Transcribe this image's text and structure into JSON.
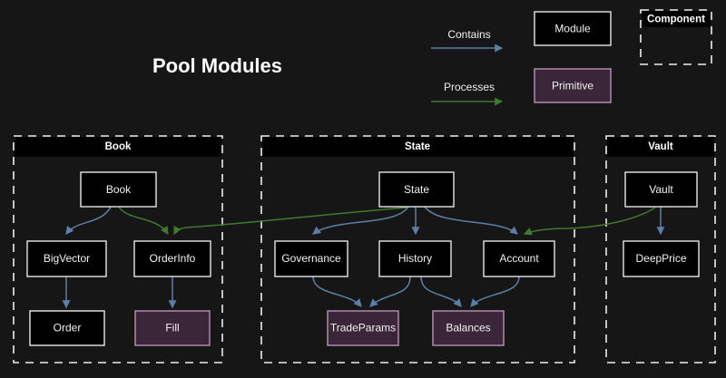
{
  "title": "Pool Modules",
  "background_color": "#161616",
  "colors": {
    "module_fill": "#000000",
    "module_stroke": "#e8e8e8",
    "primitive_fill": "#3b2539",
    "primitive_stroke": "#b794b4",
    "contains_edge": "#5b7fa8",
    "processes_edge": "#3f7a2e",
    "cluster_stroke": "#ededed",
    "text": "#f2f2f2"
  },
  "legend": {
    "contains_label": "Contains",
    "processes_label": "Processes",
    "module_label": "Module",
    "primitive_label": "Primitive",
    "component_label": "Component"
  },
  "clusters": [
    {
      "id": "book",
      "title": "Book"
    },
    {
      "id": "state",
      "title": "State"
    },
    {
      "id": "vault",
      "title": "Vault"
    }
  ],
  "nodes": [
    {
      "id": "book",
      "label": "Book",
      "cluster": "book",
      "kind": "module"
    },
    {
      "id": "bigvector",
      "label": "BigVector",
      "cluster": "book",
      "kind": "module"
    },
    {
      "id": "orderinfo",
      "label": "OrderInfo",
      "cluster": "book",
      "kind": "module"
    },
    {
      "id": "order",
      "label": "Order",
      "cluster": "book",
      "kind": "module"
    },
    {
      "id": "fill",
      "label": "Fill",
      "cluster": "book",
      "kind": "primitive"
    },
    {
      "id": "state",
      "label": "State",
      "cluster": "state",
      "kind": "module"
    },
    {
      "id": "governance",
      "label": "Governance",
      "cluster": "state",
      "kind": "module"
    },
    {
      "id": "history",
      "label": "History",
      "cluster": "state",
      "kind": "module"
    },
    {
      "id": "account",
      "label": "Account",
      "cluster": "state",
      "kind": "module"
    },
    {
      "id": "tradeparams",
      "label": "TradeParams",
      "cluster": "state",
      "kind": "primitive"
    },
    {
      "id": "balances",
      "label": "Balances",
      "cluster": "state",
      "kind": "primitive"
    },
    {
      "id": "vault",
      "label": "Vault",
      "cluster": "vault",
      "kind": "module"
    },
    {
      "id": "deepprice",
      "label": "DeepPrice",
      "cluster": "vault",
      "kind": "module"
    }
  ],
  "edges": [
    {
      "from": "book",
      "to": "bigvector",
      "type": "contains"
    },
    {
      "from": "bigvector",
      "to": "order",
      "type": "contains"
    },
    {
      "from": "orderinfo",
      "to": "fill",
      "type": "contains"
    },
    {
      "from": "state",
      "to": "governance",
      "type": "contains"
    },
    {
      "from": "state",
      "to": "history",
      "type": "contains"
    },
    {
      "from": "state",
      "to": "account",
      "type": "contains"
    },
    {
      "from": "governance",
      "to": "tradeparams",
      "type": "contains"
    },
    {
      "from": "history",
      "to": "tradeparams",
      "type": "contains"
    },
    {
      "from": "history",
      "to": "balances",
      "type": "contains"
    },
    {
      "from": "account",
      "to": "balances",
      "type": "contains"
    },
    {
      "from": "vault",
      "to": "deepprice",
      "type": "contains"
    },
    {
      "from": "book",
      "to": "orderinfo",
      "type": "processes"
    },
    {
      "from": "state",
      "to": "orderinfo",
      "type": "processes"
    },
    {
      "from": "vault",
      "to": "account",
      "type": "processes"
    }
  ]
}
